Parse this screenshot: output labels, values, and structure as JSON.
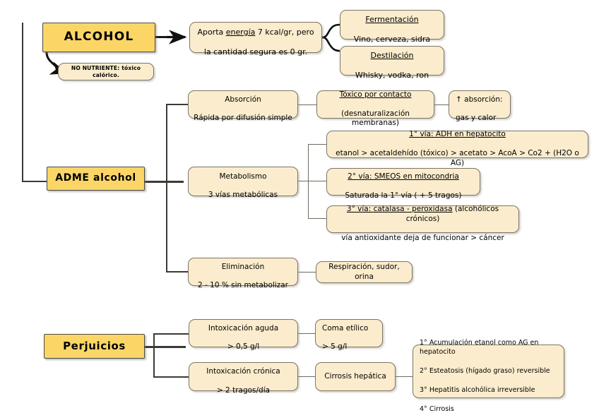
{
  "diagram": {
    "title": "Alcohol - mapa conceptual",
    "colors": {
      "main_fill": "#FBD667",
      "secondary_fill": "#FBECCD",
      "main_border": "#4a4a42",
      "secondary_border": "#7c7567",
      "connector": "#1a1a1a",
      "connector_thin": "#6e6a61",
      "background": "#ffffff",
      "text": "#000000"
    },
    "nodes": {
      "alcohol": {
        "label": "ALCOHOL"
      },
      "no_nutriente": {
        "label": "NO NUTRIENTE: tóxico calórico."
      },
      "aporta_energia": {
        "line1_pre": "Aporta ",
        "line1_underlined": "energía",
        "line1_post": " 7 kcal/gr, pero",
        "line2": "la cantidad segura es 0 gr."
      },
      "fermentacion": {
        "title": "Fermentación",
        "detail": "Vino, cerveza, sidra"
      },
      "destilacion": {
        "title": "Destilación",
        "detail": "Whisky, vodka, ron"
      },
      "adme": {
        "label": "ADME alcohol"
      },
      "absorcion": {
        "line1": "Absorción",
        "line2": "Rápida por difusión simple"
      },
      "toxico_contacto": {
        "title": "Tóxico por contacto",
        "detail": "(desnaturalización membranas)"
      },
      "aumento_absorcion": {
        "line1": "↑ absorción:",
        "line2": "gas y calor"
      },
      "metabolismo": {
        "line1": "Metabolismo",
        "line2": "3 vías metabólicas"
      },
      "via1": {
        "title": "1° vía: ADH en hepatocito",
        "detail": "etanol > acetaldehído (tóxico) > acetato > AcoA > Co2 + (H2O o AG)"
      },
      "via2": {
        "title": "2° vía: SMEOS en mitocondria",
        "detail": "Saturada la 1° vía ( + 5 tragos)"
      },
      "via3": {
        "title": "3° vía: catalasa - peroxidasa",
        "title_post": " (alcohólicos crónicos)",
        "detail": "vía antioxidante deja de funcionar > cáncer"
      },
      "eliminacion": {
        "line1": "Eliminación",
        "line2": "2 - 10 % sin metabolizar"
      },
      "respiracion": {
        "label": "Respiración, sudor, orina"
      },
      "perjuicios": {
        "label": "Perjuicios"
      },
      "intox_aguda": {
        "line1": "Intoxicación aguda",
        "line2": "> 0,5 g/l"
      },
      "coma_etilico": {
        "line1": "Coma etílico",
        "line2": "> 5 g/l"
      },
      "intox_cronica": {
        "line1": "Intoxicación crónica",
        "line2": "> 2 tragos/día"
      },
      "cirrosis_hepatica": {
        "label": "Cirrosis hepática"
      },
      "etapas_higado": {
        "item1": "1°  Acumulación  etanol  como  AG  en hepatocito",
        "item2": "2° Esteatosis (hígado graso) reversible",
        "item3": "3° Hepatitis alcohólica irreversible",
        "item4": "4° Cirrosis"
      }
    }
  }
}
